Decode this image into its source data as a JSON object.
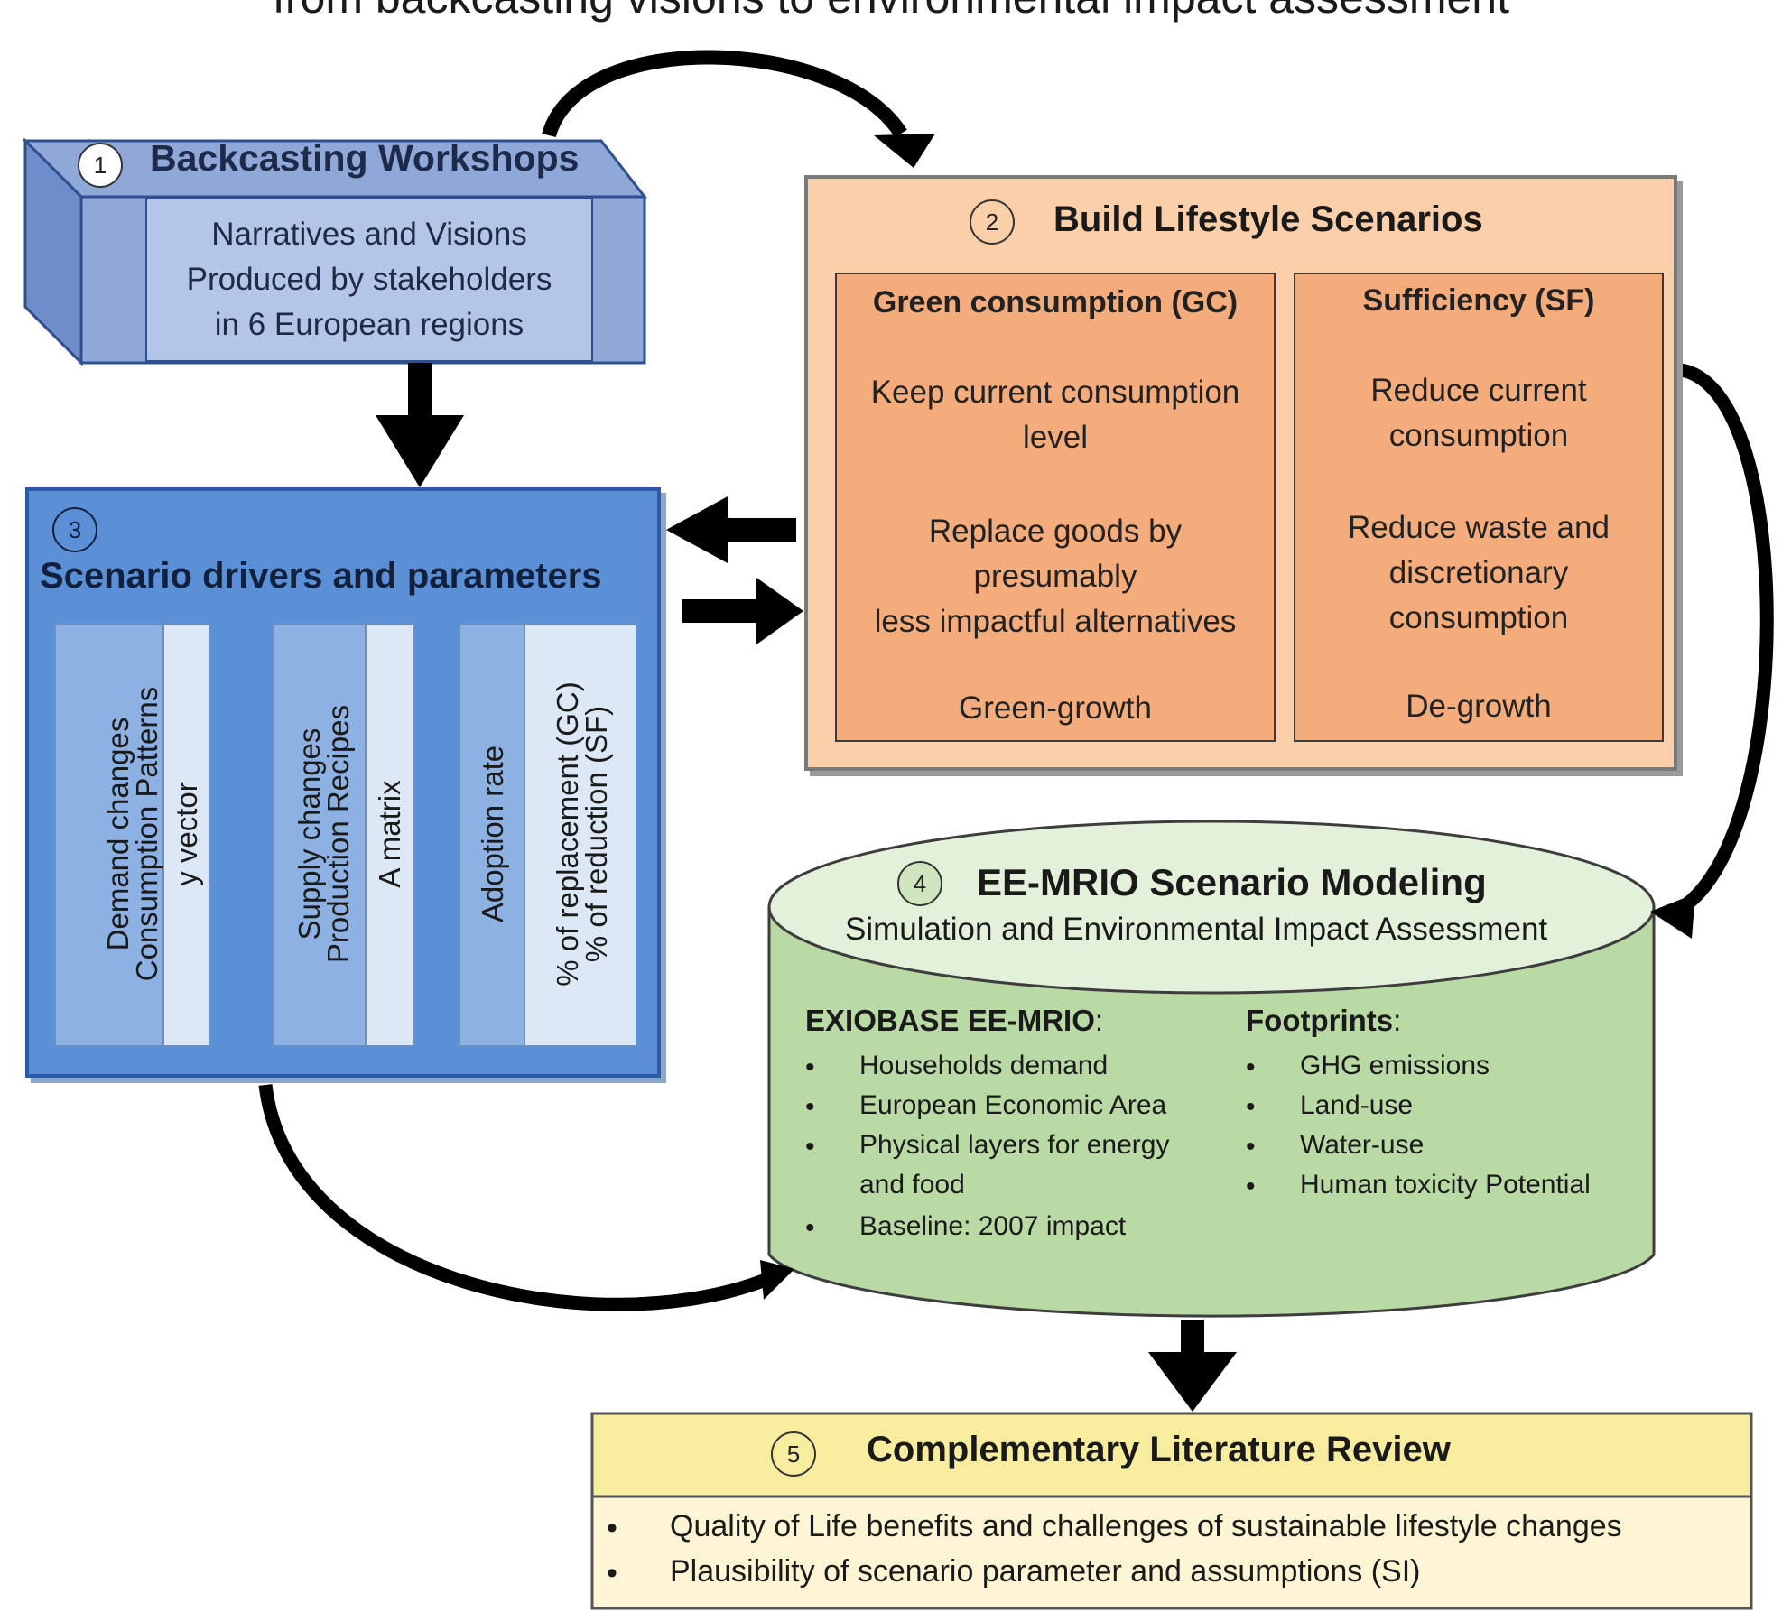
{
  "title": "from backcasting visions to environmental impact assessment",
  "box1": {
    "number": "1",
    "title": "Backcasting Workshops",
    "lines": [
      "Narratives and Visions",
      "Produced by stakeholders",
      "in 6 European regions"
    ],
    "colors": {
      "front": "#b4c6e7",
      "top": "#8fa8d8",
      "side": "#6f8ccb",
      "border": "#2f4f8f"
    }
  },
  "box2": {
    "number": "2",
    "title": "Build Lifestyle Scenarios",
    "colors": {
      "outer": "#fbcfa9",
      "panel": "#f4ac7d"
    },
    "gc": {
      "title": "Green consumption (GC)",
      "lines": [
        "Keep current consumption",
        "level",
        "Replace goods by",
        "presumably",
        "less impactful alternatives",
        "Green-growth"
      ]
    },
    "sf": {
      "title": "Sufficiency (SF)",
      "lines": [
        "Reduce current",
        "consumption",
        "Reduce waste and",
        "discretionary",
        "consumption",
        "De-growth"
      ]
    }
  },
  "box3": {
    "number": "3",
    "title": "Scenario drivers and parameters",
    "colors": {
      "box": "#5b8fd6",
      "dark": "#8eb1e3",
      "light": "#dde8f6"
    },
    "demand": {
      "line1": "Demand changes",
      "line2": "Consumption Patterns",
      "param": "y vector"
    },
    "supply": {
      "line1": "Supply changes",
      "line2": "Production Recipes",
      "param": "A matrix"
    },
    "adoption": {
      "label": "Adoption rate",
      "line1": "% of replacement (GC)",
      "line2": "% of reduction (SF)"
    }
  },
  "box4": {
    "number": "4",
    "title": "EE-MRIO Scenario Modeling",
    "subtitle": "Simulation and Environmental Impact Assessment",
    "colors": {
      "body": "#b9d9a5",
      "top": "#e4f1da",
      "border": "#3d3d3d"
    },
    "left": {
      "heading": "EXIOBASE EE-MRIO",
      "colon": ":",
      "items": [
        "Households demand",
        "European Economic Area",
        "Physical layers for energy",
        "and food",
        "Baseline: 2007 impact"
      ]
    },
    "right": {
      "heading": "Footprints",
      "colon": ":",
      "items": [
        "GHG emissions",
        "Land-use",
        "Water-use",
        "Human toxicity Potential"
      ]
    }
  },
  "box5": {
    "number": "5",
    "title": "Complementary Literature Review",
    "colors": {
      "header": "#f8ec9e",
      "body": "#fdf5d4",
      "border": "#555555"
    },
    "items": [
      "Quality of Life benefits and challenges of sustainable lifestyle changes",
      "Plausibility of scenario parameter and assumptions (SI)"
    ]
  },
  "bullet": "•"
}
